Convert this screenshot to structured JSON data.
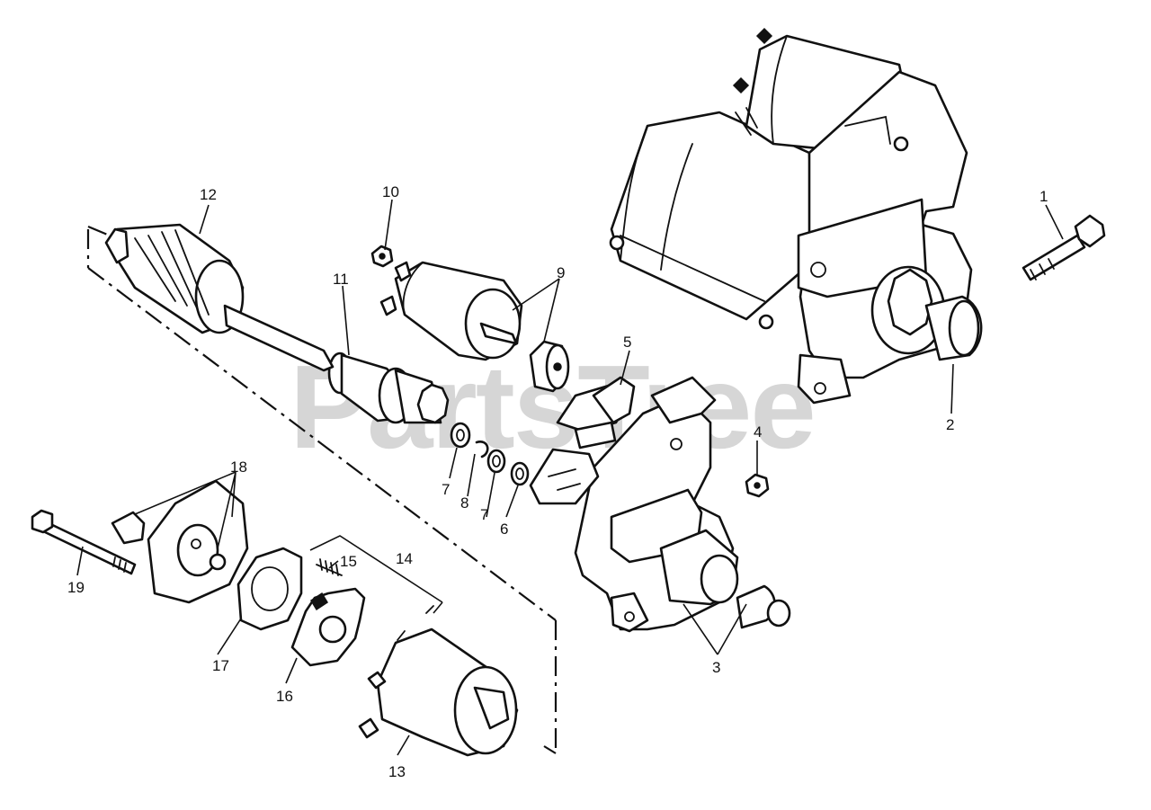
{
  "watermark": "PartsTree",
  "callouts": {
    "c1": "1",
    "c2": "2",
    "c3": "3",
    "c4": "4",
    "c5": "5",
    "c6": "6",
    "c7a": "7",
    "c7b": "7",
    "c8": "8",
    "c9": "9",
    "c10": "10",
    "c11": "11",
    "c12": "12",
    "c13": "13",
    "c14": "14",
    "c15": "15",
    "c16": "16",
    "c17": "17",
    "c18": "18",
    "c19": "19"
  }
}
